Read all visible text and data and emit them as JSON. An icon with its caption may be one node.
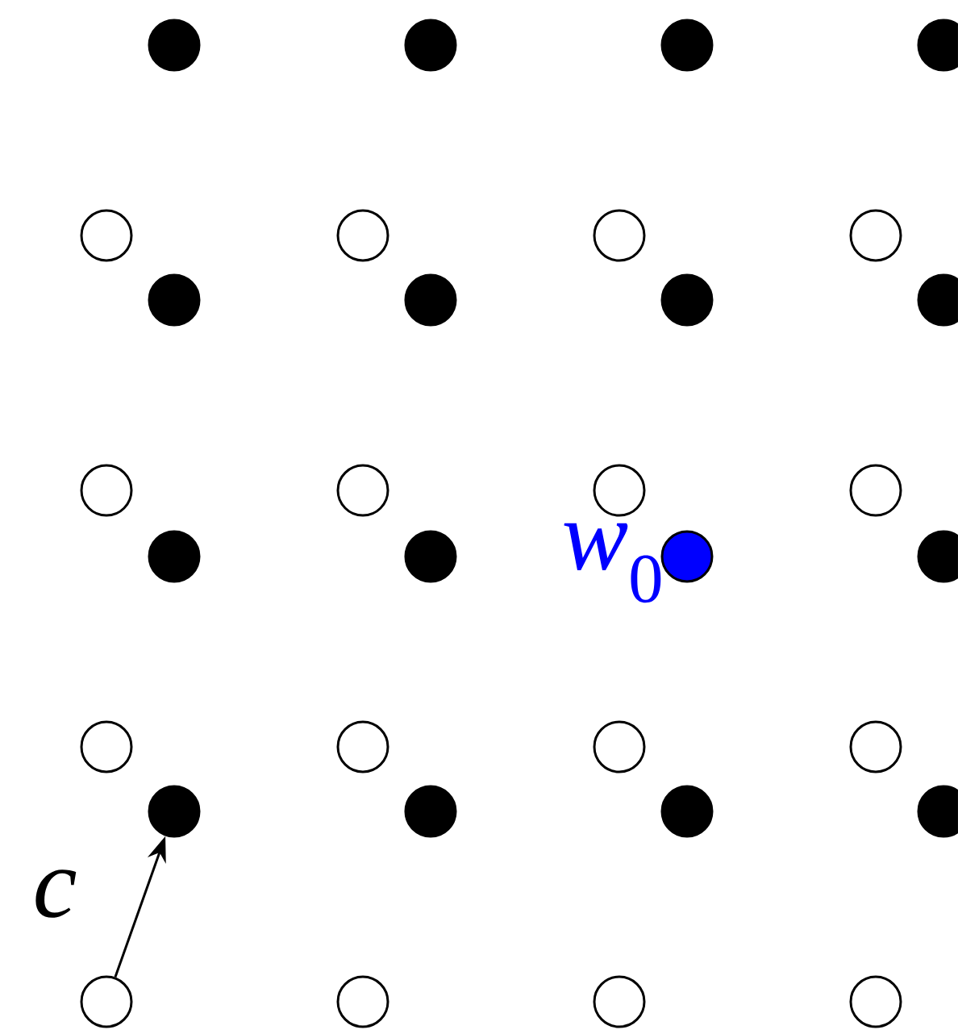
{
  "diagram": {
    "nodes": [
      {
        "text": [],
        "shape": "dot"
      },
      {
        "text": [],
        "shape": "dot"
      },
      {
        "text": [],
        "shape": "dot"
      },
      {
        "text": [],
        "shape": "dot"
      },
      {
        "text": [],
        "shape": "circle"
      },
      {
        "text": [],
        "shape": "circle"
      },
      {
        "text": [],
        "shape": "circle"
      },
      {
        "text": [],
        "shape": "circle"
      },
      {
        "text": [],
        "shape": "dot"
      },
      {
        "text": [],
        "shape": "dot"
      },
      {
        "text": [],
        "shape": "dot"
      },
      {
        "text": [],
        "shape": "dot"
      },
      {
        "text": [],
        "shape": "circle"
      },
      {
        "text": [],
        "shape": "circle"
      },
      {
        "text": [],
        "shape": "circle"
      },
      {
        "text": [],
        "shape": "circle"
      },
      {
        "text": [],
        "shape": "dot"
      },
      {
        "text": [],
        "shape": "dot"
      },
      {
        "text": [],
        "shape": "dot",
        "beside": [
          "*w*$_{0}$"
        ]
      },
      {
        "text": [],
        "shape": "dot"
      },
      {
        "text": [],
        "shape": "circle"
      },
      {
        "text": [],
        "shape": "circle"
      },
      {
        "text": [],
        "shape": "circle"
      },
      {
        "text": [],
        "shape": "circle"
      },
      {
        "text": [],
        "shape": "dot"
      },
      {
        "text": [],
        "shape": "dot"
      },
      {
        "text": [],
        "shape": "dot"
      },
      {
        "text": [],
        "shape": "dot"
      },
      {
        "text": [],
        "shape": "circle"
      },
      {
        "text": [],
        "shape": "circle"
      },
      {
        "text": [],
        "shape": "circle"
      },
      {
        "text": [],
        "shape": "circle"
      }
    ],
    "edges": [
      {
        "from": 28,
        "to": 24,
        "arrow": "to",
        "label": "c"
      }
    ]
  }
}
